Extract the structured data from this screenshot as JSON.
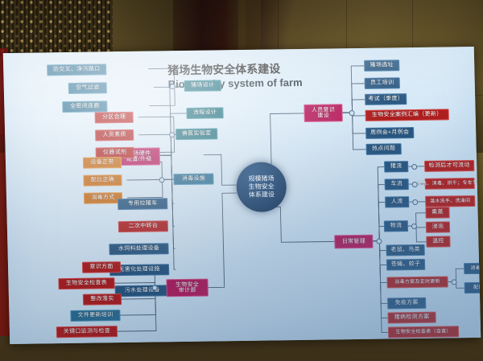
{
  "scene": {
    "kind": "photograph-of-projection-screen",
    "setting": "conference hall with dark gold wall panels and red side curtain"
  },
  "slide": {
    "title_cn": "猪场生物安全体系建设",
    "title_en": "Biosecurity system of farm",
    "center": {
      "label_lines": [
        "规模猪场",
        "生物安全",
        "体系建设"
      ],
      "color": "#143a66"
    },
    "branches": [
      {
        "id": "hardware",
        "label_lines": [
          "猪场硬件",
          "配置/升级"
        ],
        "color": "#c41f63",
        "groups": [
          {
            "parent": "猪场设计",
            "parent_color": "#1f6f80",
            "children": [
              {
                "label": "防交叉、净污路口",
                "color": "#2c6f94"
              },
              {
                "label": "空气过滤",
                "color": "#2c6f94"
              },
              {
                "label": "全密闭连廊",
                "color": "#2c6f94"
              }
            ]
          },
          {
            "parent": "流程设计",
            "parent_color": "#1f6f80",
            "children": []
          },
          {
            "parent": "兽医实验室",
            "parent_color": "#1f6f80",
            "children": [
              {
                "label": "分区合理",
                "color": "#b01c1c"
              },
              {
                "label": "人员素质",
                "color": "#b01c1c"
              },
              {
                "label": "仪器试剂",
                "color": "#b01c1c"
              }
            ]
          },
          {
            "parent": "消毒设施",
            "parent_color": "#2c6f94",
            "children": [
              {
                "label": "设备正常",
                "color": "#c96a14"
              },
              {
                "label": "配比正确",
                "color": "#c96a14"
              },
              {
                "label": "消毒方式",
                "color": "#c96a14"
              }
            ]
          },
          {
            "parent": "",
            "parent_color": "",
            "children": [
              {
                "label": "专用拉猪车",
                "color": "#25547e"
              },
              {
                "label": "二次中转台",
                "color": "#b01c1c"
              },
              {
                "label": "水饲料处理设备",
                "color": "#25547e"
              },
              {
                "label": "无害化处理设施",
                "color": "#25547e"
              },
              {
                "label": "污水处理设备",
                "color": "#25547e"
              }
            ]
          }
        ]
      },
      {
        "id": "audit",
        "label_lines": [
          "生物安全",
          "审计部"
        ],
        "color": "#c41f63",
        "children": [
          {
            "label": "意识方面",
            "color": "#b01c1c"
          },
          {
            "label": "生物安全检查表",
            "color": "#b01c1c"
          },
          {
            "label": "整改落实",
            "color": "#b01c1c"
          },
          {
            "label": "文件更新培训",
            "color": "#2c6f94"
          },
          {
            "label": "关键口监测与检查",
            "color": "#b01c1c"
          }
        ]
      },
      {
        "id": "awareness",
        "label_lines": [
          "人员意识",
          "建设"
        ],
        "color": "#c41f63",
        "children": [
          {
            "label": "猪场选址",
            "color": "#25547e"
          },
          {
            "label": "员工培训",
            "color": "#25547e"
          },
          {
            "label": "考试（季度）",
            "color": "#25547e"
          },
          {
            "label": "生物安全案例汇编（更新）",
            "color": "#b01c1c"
          },
          {
            "label": "周例会+月例会",
            "color": "#25547e"
          },
          {
            "label": "热点问题",
            "color": "#25547e"
          }
        ]
      },
      {
        "id": "daily",
        "label_lines": [
          "日常管理"
        ],
        "color": "#c41f63",
        "groups": [
          {
            "parent": "猪流",
            "parent_color": "#25547e",
            "children": [
              {
                "label": "检测后才可流动",
                "color": "#b01c1c"
              }
            ]
          },
          {
            "parent": "车流",
            "parent_color": "#25547e",
            "children": [
              {
                "label": "清洗、消毒、烘干；专车专线",
                "color": "#b01c1c"
              }
            ]
          },
          {
            "parent": "人流",
            "parent_color": "#25547e",
            "children": [
              {
                "label": "温水洗手、洗澡间",
                "color": "#b01c1c"
              }
            ]
          },
          {
            "parent": "物流",
            "parent_color": "#25547e",
            "children": [
              {
                "label": "熏蒸",
                "color": "#b01c1c"
              },
              {
                "label": "浸泡",
                "color": "#b01c1c"
              },
              {
                "label": "温控",
                "color": "#b01c1c"
              }
            ]
          },
          {
            "parent": "老鼠、鸟类",
            "parent_color": "#25547e",
            "children": []
          },
          {
            "parent": "苍蝇、蚊子",
            "parent_color": "#25547e",
            "children": []
          },
          {
            "parent": "消毒方案及定时更新",
            "parent_color": "#b01c1c",
            "children": [
              {
                "label": "消毒后评估",
                "color": "#25547e"
              },
              {
                "label": "配比浓度",
                "color": "#25547e"
              }
            ]
          },
          {
            "parent": "免疫方案",
            "parent_color": "#25547e",
            "children": []
          },
          {
            "parent": "猪病检测方案",
            "parent_color": "#b01c1c",
            "children": []
          },
          {
            "parent": "生物安全检查表（自查）",
            "parent_color": "#b01c1c",
            "children": []
          }
        ]
      }
    ]
  }
}
